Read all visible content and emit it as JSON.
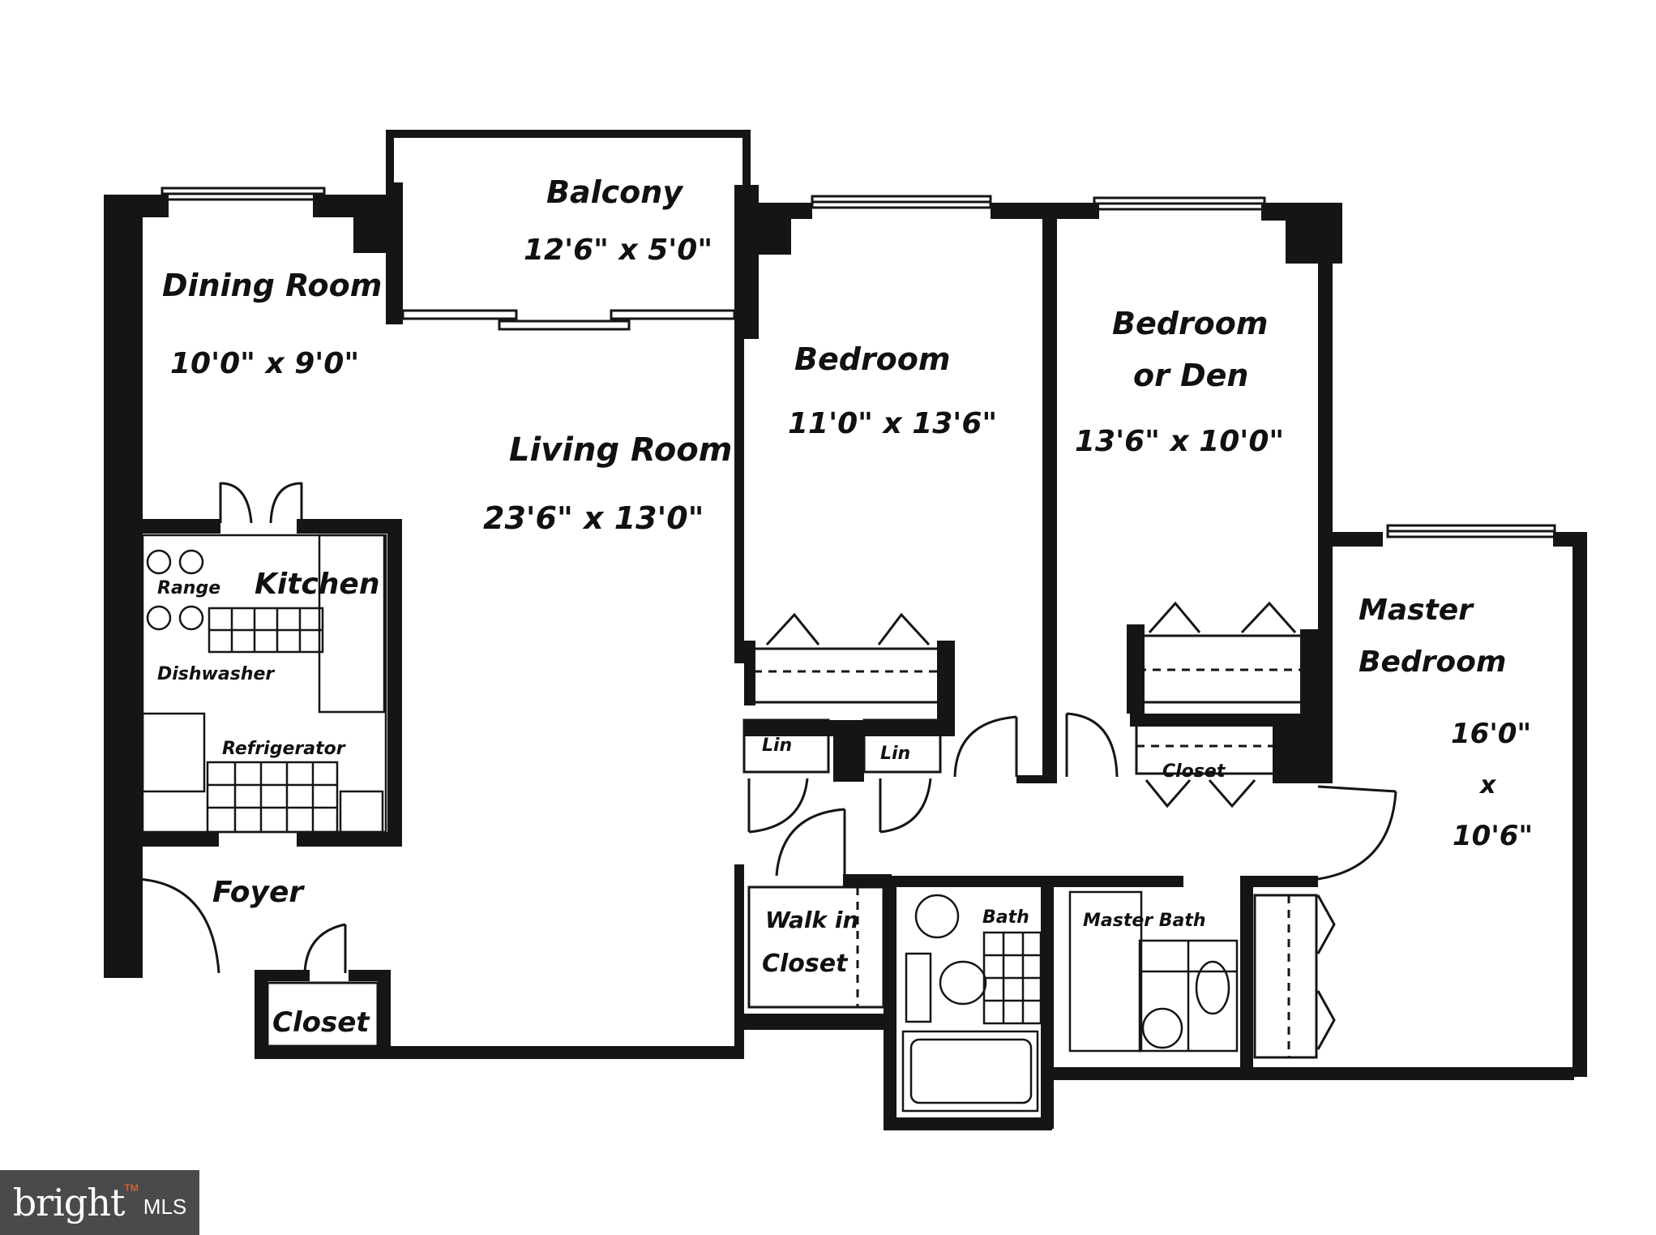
{
  "rooms": {
    "balcony": {
      "name": "Balcony",
      "size": "12'6\" x 5'0\""
    },
    "dining_room": {
      "name": "Dining Room",
      "size": "10'0\" x 9'0\""
    },
    "living_room": {
      "name": "Living Room",
      "size": "23'6\" x 13'0\""
    },
    "bedroom": {
      "name": "Bedroom",
      "size": "11'0\" x 13'6\""
    },
    "bedroom_den": {
      "name_line1": "Bedroom",
      "name_line2": "or Den",
      "size": "13'6\" x 10'0\""
    },
    "master_bedroom": {
      "name_line1": "Master",
      "name_line2": "Bedroom",
      "size_line1": "16'0\"",
      "size_line2": "x",
      "size_line3": "10'6\""
    },
    "kitchen": {
      "name": "Kitchen"
    },
    "foyer": {
      "name": "Foyer"
    },
    "closet_foyer": {
      "name": "Closet"
    },
    "walk_in_closet": {
      "name_line1": "Walk in",
      "name_line2": "Closet"
    },
    "bath": {
      "name": "Bath"
    },
    "master_bath": {
      "name": "Master Bath"
    },
    "closet_hall": {
      "name": "Closet"
    },
    "linen_1": {
      "name": "Lin"
    },
    "linen_2": {
      "name": "Lin"
    }
  },
  "fixtures": {
    "range": "Range",
    "dishwasher": "Dishwasher",
    "refrigerator": "Refrigerator"
  },
  "watermark": {
    "name": "bright",
    "suffix": "MLS",
    "tm": "TM"
  }
}
